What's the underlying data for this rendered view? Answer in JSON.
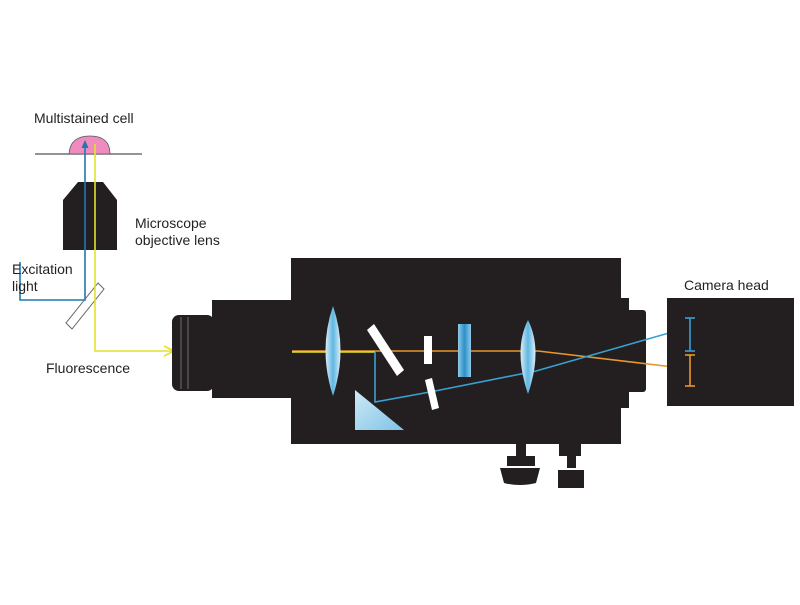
{
  "labels": {
    "cell": "Multistained cell",
    "objective": "Microscope\nobjective lens",
    "excitation": "Excitation\nlight",
    "fluorescence": "Fluorescence",
    "camera": "Camera head"
  },
  "colors": {
    "body": "#231f20",
    "cell": "#f08bbf",
    "excitation_light": "#1f78b4",
    "fluorescence_light": "#e4e12a",
    "orange_beam": "#e8972e",
    "blue_beam": "#3a9fd1",
    "lens_fill": "#a9d8ef",
    "prism_fill": "#a9d8ef",
    "filter_fill": "#3a9fd1"
  }
}
